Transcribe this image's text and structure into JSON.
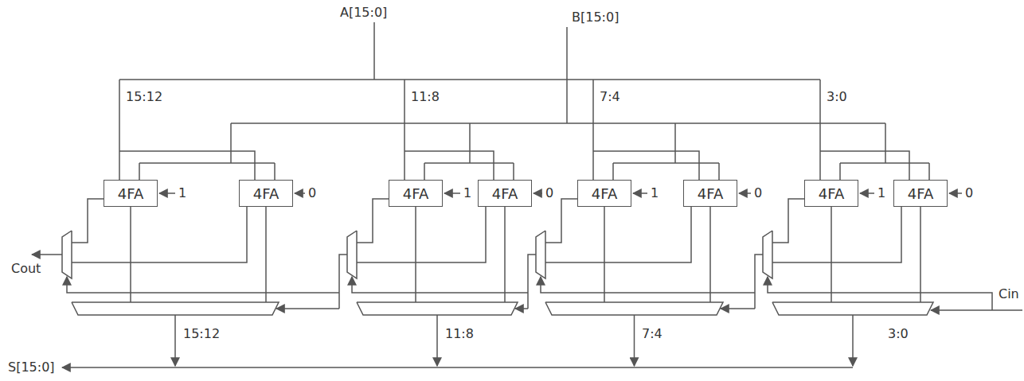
{
  "diagram": {
    "nodes": [
      {
        "text": [
          "4FA"
        ]
      },
      {
        "text": [
          "4FA"
        ]
      },
      {
        "text": [
          "4FA"
        ]
      },
      {
        "text": [
          "4FA"
        ]
      },
      {
        "text": [
          "4FA"
        ]
      },
      {
        "text": [
          "4FA"
        ]
      },
      {
        "text": [
          "4FA"
        ]
      },
      {
        "text": [
          "4FA"
        ]
      }
    ],
    "labels": [
      "A[15:0]",
      "B[15:0]",
      "15:12",
      "11:8",
      "7:4",
      "3:0",
      "1",
      "0",
      "1",
      "0",
      "1",
      "0",
      "1",
      "0",
      "Cout",
      "Cin",
      "15:12",
      "11:8",
      "7:4",
      "3:0",
      "S[15:0]"
    ]
  }
}
